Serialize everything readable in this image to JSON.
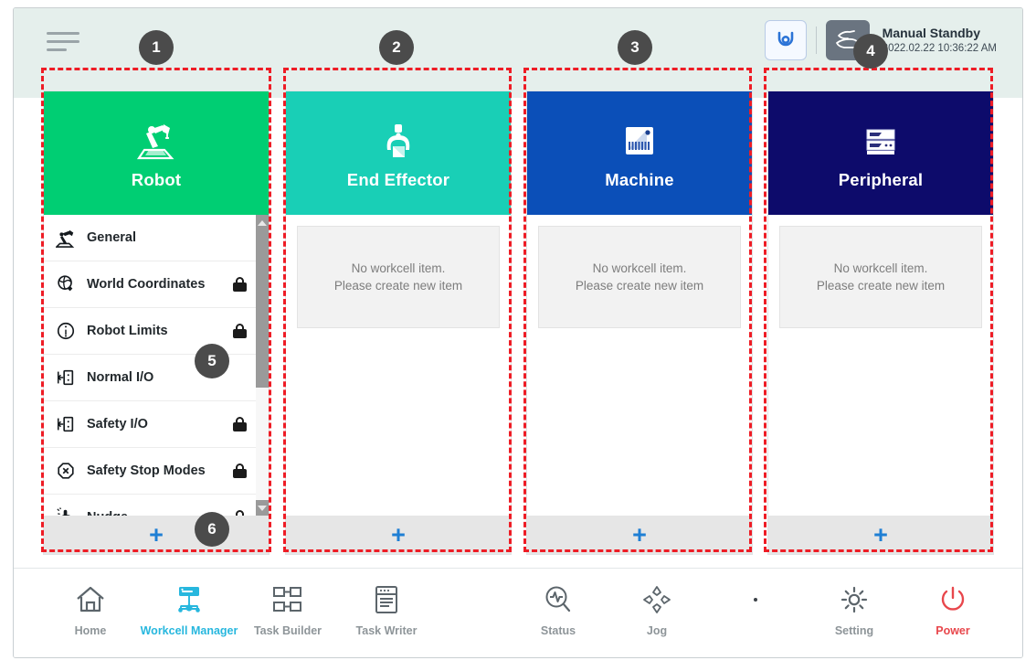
{
  "header": {
    "menu_icon": "hamburger-menu-icon",
    "servo_icon": "servo-on-icon",
    "mode_icon": "manual-mode-hand-icon",
    "status_title": "Manual Standby",
    "status_datetime": "2022.02.22 10:36:22 AM"
  },
  "cards": [
    {
      "id": "robot",
      "title": "Robot",
      "icon": "robot-arm-icon",
      "color": "#00ce73",
      "add_label": "+",
      "menu": [
        {
          "label": "General",
          "icon": "robot-arm-icon",
          "locked": false
        },
        {
          "label": "World Coordinates",
          "icon": "world-coordinates-icon",
          "locked": true
        },
        {
          "label": "Robot Limits",
          "icon": "robot-limits-icon",
          "locked": true
        },
        {
          "label": "Normal I/O",
          "icon": "io-port-icon",
          "locked": false
        },
        {
          "label": "Safety I/O",
          "icon": "io-port-icon",
          "locked": true
        },
        {
          "label": "Safety Stop Modes",
          "icon": "stop-sign-icon",
          "locked": true
        },
        {
          "label": "Nudge",
          "icon": "nudge-hand-icon",
          "locked": true
        }
      ]
    },
    {
      "id": "effector",
      "title": "End Effector",
      "icon": "gripper-icon",
      "color": "#19cfb6",
      "add_label": "+",
      "empty_line1": "No workcell item.",
      "empty_line2": "Please create new item"
    },
    {
      "id": "machine",
      "title": "Machine",
      "icon": "machine-icon",
      "color": "#0b4fb8",
      "add_label": "+",
      "empty_line1": "No workcell item.",
      "empty_line2": "Please create new item"
    },
    {
      "id": "peripheral",
      "title": "Peripheral",
      "icon": "peripheral-rack-icon",
      "color": "#0d0b6b",
      "add_label": "+",
      "empty_line1": "No workcell item.",
      "empty_line2": "Please create new item"
    }
  ],
  "bottom_nav": {
    "left": [
      {
        "label": "Home",
        "icon": "home-icon",
        "active": false
      },
      {
        "label": "Workcell Manager",
        "icon": "workcell-manager-icon",
        "active": true
      },
      {
        "label": "Task Builder",
        "icon": "task-builder-icon",
        "active": false
      },
      {
        "label": "Task Writer",
        "icon": "task-writer-icon",
        "active": false
      }
    ],
    "right": [
      {
        "label": "Status",
        "icon": "status-pulse-icon",
        "active": false
      },
      {
        "label": "Jog",
        "icon": "jog-dpad-icon",
        "active": false
      },
      {
        "label": "Setting",
        "icon": "gear-icon",
        "active": false
      },
      {
        "label": "Power",
        "icon": "power-icon",
        "active": false
      }
    ]
  },
  "annotations": {
    "accent_color": "#ee1c25",
    "badges": [
      {
        "n": "1",
        "target": "robot-card"
      },
      {
        "n": "2",
        "target": "end-effector-card"
      },
      {
        "n": "3",
        "target": "machine-card"
      },
      {
        "n": "4",
        "target": "status-area"
      },
      {
        "n": "5",
        "target": "robot-menu-list"
      },
      {
        "n": "6",
        "target": "add-item-button"
      }
    ]
  }
}
